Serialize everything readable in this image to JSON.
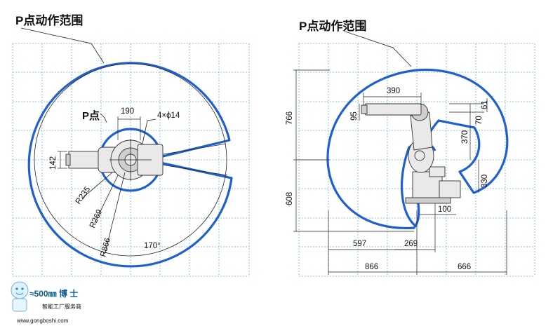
{
  "left_view": {
    "title": "P点动作范围",
    "p_point_label": "P点",
    "dims": {
      "width_190": "190",
      "holes": "4×ϕ14",
      "dim_142": "142",
      "r235": "R235",
      "r269": "R269",
      "r866": "R866",
      "angle": "170°"
    }
  },
  "right_view": {
    "title": "P点动作范围",
    "dims": {
      "d390": "390",
      "d95": "95",
      "d70": "70",
      "d61": "61",
      "d766": "766",
      "d370": "370",
      "d330": "330",
      "d608": "608",
      "d100": "100",
      "d597": "597",
      "d269": "269",
      "d866": "866",
      "d666": "666"
    }
  },
  "watermark": {
    "brand": "≈500㎜ 博 士",
    "tagline": "智能工厂服务商",
    "url": "www.gongboshi.com"
  },
  "colors": {
    "envelope": "#1f5fcf",
    "grid": "#6fb2e0",
    "watermark": "#0e8fc7"
  }
}
